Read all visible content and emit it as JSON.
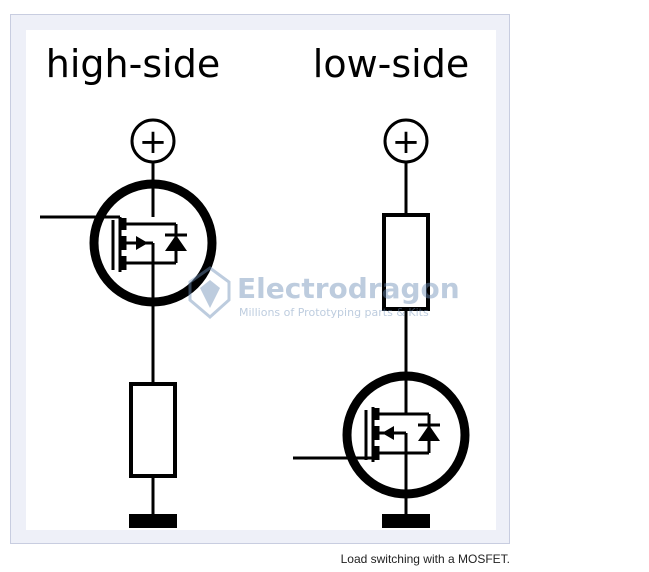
{
  "diagram": {
    "left_title": "high-side",
    "right_title": "low-side",
    "supply_symbol": "+"
  },
  "watermark": {
    "brand": "Electrodragon",
    "tagline": "Millions of Prototyping parts & Kits"
  },
  "caption": "Load switching with a MOSFET.",
  "colors": {
    "ink": "#000000",
    "frame_bg": "#eef0f8",
    "frame_border": "#c8cde0",
    "watermark": "#6e8fb8"
  }
}
